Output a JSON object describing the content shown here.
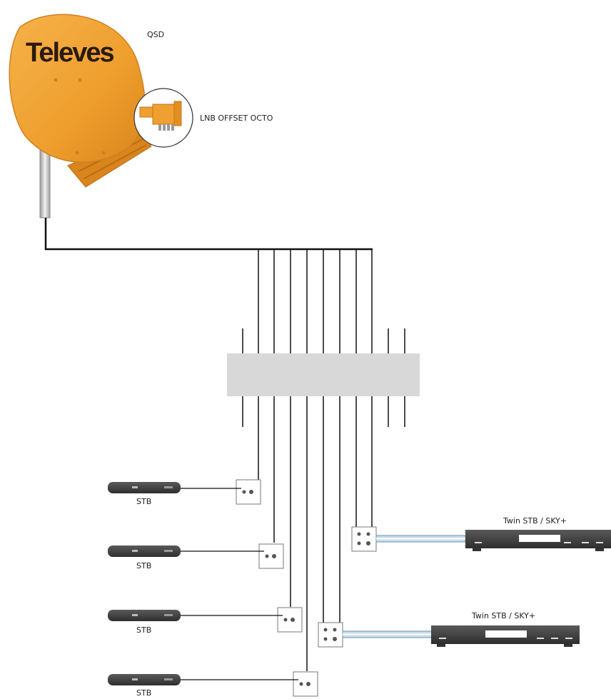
{
  "dish": {
    "brand": "Televes",
    "model_label": "QSD",
    "color": "#F0A030"
  },
  "lnb": {
    "label": "LNB OFFSET OCTO",
    "color": "#F0A030"
  },
  "multiswitch": {
    "color": "#D8D8D8"
  },
  "single_receivers": [
    {
      "label": "STB"
    },
    {
      "label": "STB"
    },
    {
      "label": "STB"
    },
    {
      "label": "STB"
    }
  ],
  "twin_receivers": [
    {
      "label": "Twin STB / SKY+"
    },
    {
      "label": "Twin STB / SKY+"
    }
  ],
  "colors": {
    "cable": "#111111",
    "box": "#4A4A4A",
    "coax": "#9FC3DA"
  }
}
